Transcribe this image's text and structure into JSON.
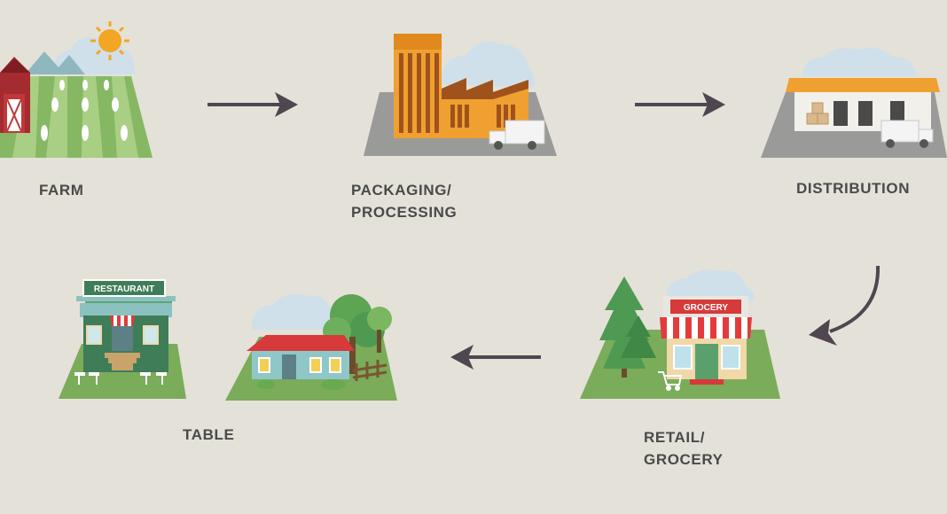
{
  "stages": {
    "farm": {
      "label": "FARM"
    },
    "packaging": {
      "label_line1": "PACKAGING/",
      "label_line2": "PROCESSING"
    },
    "distribution": {
      "label": "DISTRIBUTION"
    },
    "retail": {
      "label_line1": "RETAIL/",
      "label_line2": "GROCERY",
      "sign": "GROCERY"
    },
    "table": {
      "label": "TABLE",
      "sign": "RESTAURANT"
    }
  },
  "colors": {
    "background": "#e4e1d9",
    "arrow": "#4f4650",
    "label": "#4a4a4a",
    "grass": "#7aac5a",
    "asphalt": "#9a9a98",
    "factory": "#f0a030",
    "sky_cloud": "#cfe0ea"
  },
  "icons": {
    "farm": "farm-icon",
    "factory": "factory-icon",
    "warehouse": "warehouse-icon",
    "grocery": "grocery-store-icon",
    "restaurant": "restaurant-icon",
    "house": "house-icon",
    "arrow": "arrow-icon"
  }
}
